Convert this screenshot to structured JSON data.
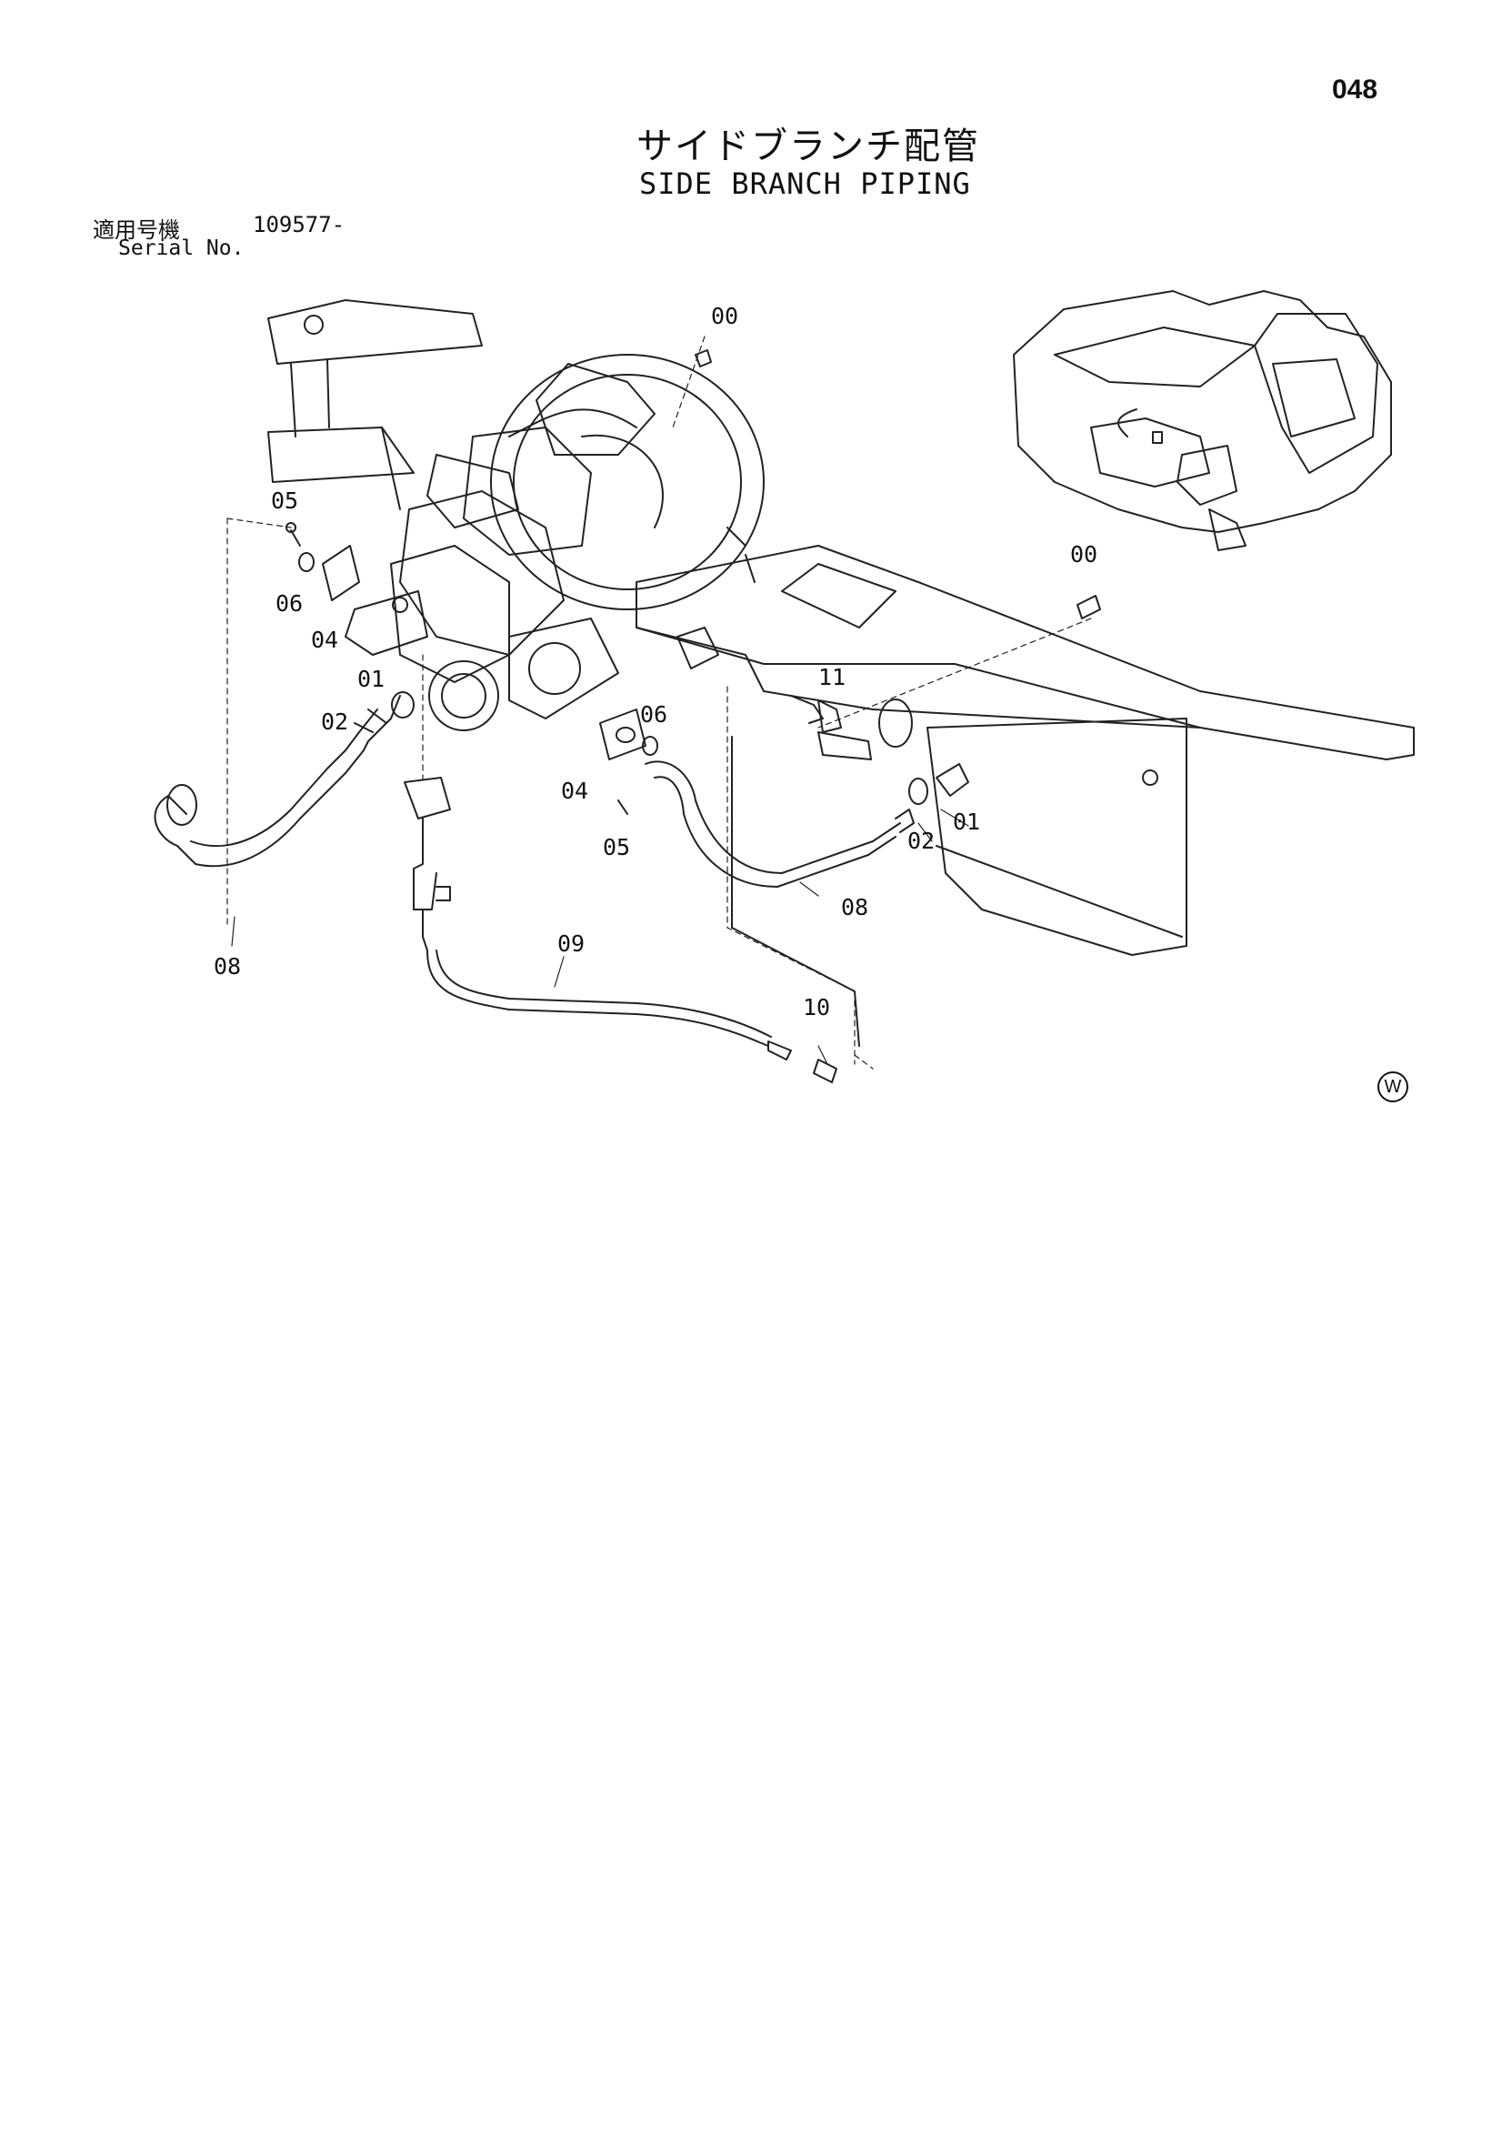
{
  "page": {
    "number": "048",
    "title_jp": "サイドブランチ配管",
    "title_en": "SIDE BRANCH PIPING",
    "serial_label_jp": "適用号機",
    "serial_label_en": "Serial No.",
    "serial_value": "109577-",
    "marker": "W"
  },
  "callouts": {
    "c00_top": "00",
    "c00_right": "00",
    "c05_left": "05",
    "c06_left": "06",
    "c04_left": "04",
    "c01_left": "01",
    "c02_left": "02",
    "c08_left": "08",
    "c06_mid": "06",
    "c04_mid": "04",
    "c05_mid": "05",
    "c11": "11",
    "c01_right": "01",
    "c02_right": "02",
    "c08_right": "08",
    "c09": "09",
    "c10": "10"
  }
}
